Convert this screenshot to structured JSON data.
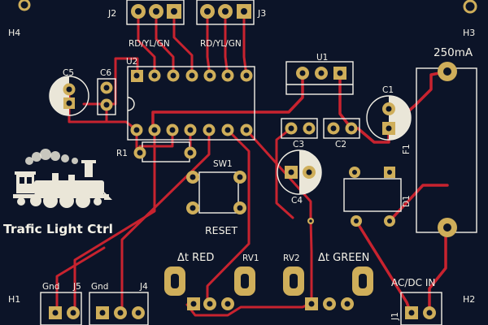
{
  "board": {
    "colors": {
      "substrate": "#0c1428",
      "copper": "#c8232f",
      "pad": "#cfae5a",
      "silkscreen": "#f4f1e6"
    },
    "title": "Trafic Light Ctrl",
    "logo_icon": "steam-locomotive-icon"
  },
  "labels": {
    "j2": "J2",
    "j3": "J3",
    "j2_sub": "RD/YL/GN",
    "j3_sub": "RD/YL/GN",
    "h1": "H1",
    "h2": "H2",
    "h3": "H3",
    "h4": "H4",
    "u1": "U1",
    "u2": "U2",
    "c1": "C1",
    "c2": "C2",
    "c3": "C3",
    "c4": "C4",
    "c5": "C5",
    "c6": "C6",
    "r1": "R1",
    "sw1": "SW1",
    "reset": "RESET",
    "fuse_rating": "250mA",
    "f1": "F1",
    "d1": "D1",
    "rv1": "RV1",
    "rv2": "RV2",
    "dt_red": "Δt RED",
    "dt_green": "Δt GREEN",
    "j4": "J4",
    "j5": "J5",
    "gnd1": "Gnd",
    "gnd2": "Gnd",
    "acdc": "AC/DC IN",
    "j1": "J1"
  }
}
